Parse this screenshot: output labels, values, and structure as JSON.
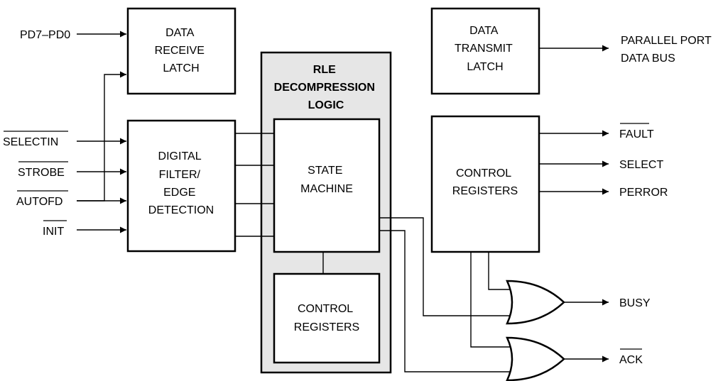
{
  "blocks": {
    "data_receive_latch": [
      "DATA",
      "RECEIVE",
      "LATCH"
    ],
    "data_transmit_latch": [
      "DATA",
      "TRANSMIT",
      "LATCH"
    ],
    "digital_filter": [
      "DIGITAL",
      "FILTER/",
      "EDGE",
      "DETECTION"
    ],
    "rle_logic": [
      "RLE",
      "DECOMPRESSION",
      "LOGIC"
    ],
    "state_machine": [
      "STATE",
      "MACHINE"
    ],
    "inner_control_registers": [
      "CONTROL",
      "REGISTERS"
    ],
    "control_registers": [
      "CONTROL",
      "REGISTERS"
    ]
  },
  "inputs": {
    "pd": "PD7–PD0",
    "selectin": "SELECTIN",
    "strobe": "STROBE",
    "autofd": "AUTOFD",
    "init": "INIT"
  },
  "outputs": {
    "parallel_port": [
      "PARALLEL PORT",
      "DATA BUS"
    ],
    "fault": "FAULT",
    "select": "SELECT",
    "perror": "PERROR",
    "busy": "BUSY",
    "ack": "ACK"
  }
}
